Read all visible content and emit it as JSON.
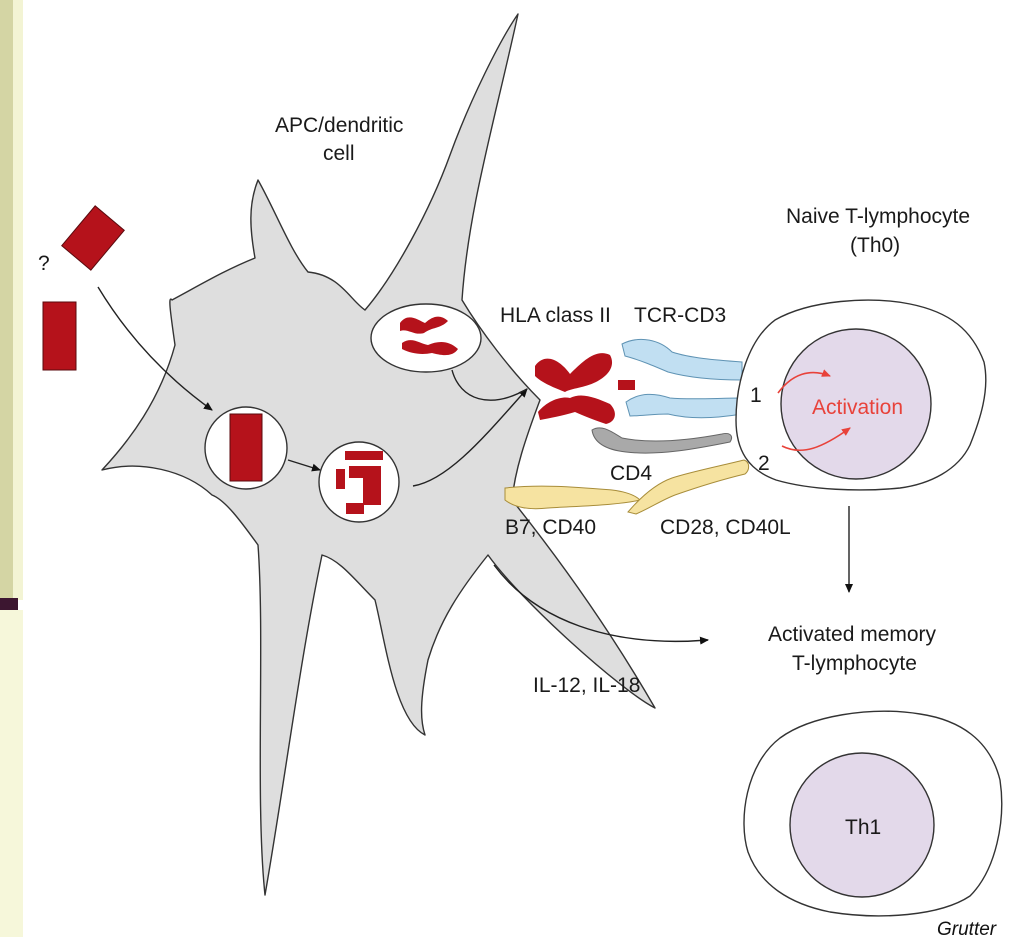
{
  "labels": {
    "apc_line1": "APC/dendritic",
    "apc_line2": "cell",
    "question": "?",
    "naive_line1": "Naive T-lymphocyte",
    "naive_line2": "(Th0)",
    "hla": "HLA class II",
    "tcr": "TCR-CD3",
    "cd4": "CD4",
    "b7": "B7, CD40",
    "cd28": "CD28, CD40L",
    "signal1": "1",
    "signal2": "2",
    "activation": "Activation",
    "memory_line1": "Activated memory",
    "memory_line2": "T-lymphocyte",
    "cytokines": "IL-12, IL-18",
    "th1": "Th1",
    "credit": "Grutter"
  },
  "colors": {
    "side_panel": "#d4d5a4",
    "side_panel_stripe": "#f3f4d4",
    "side_panel_band": "#3c1630",
    "apc_body": "#dedede",
    "antigen": "#b5121b",
    "tcr": "#c1dff2",
    "cd4": "#a9a9a9",
    "costim": "#f6e3a1",
    "nucleus": "#e3d9ea",
    "activation_text": "#e8423a",
    "line": "#222222"
  }
}
